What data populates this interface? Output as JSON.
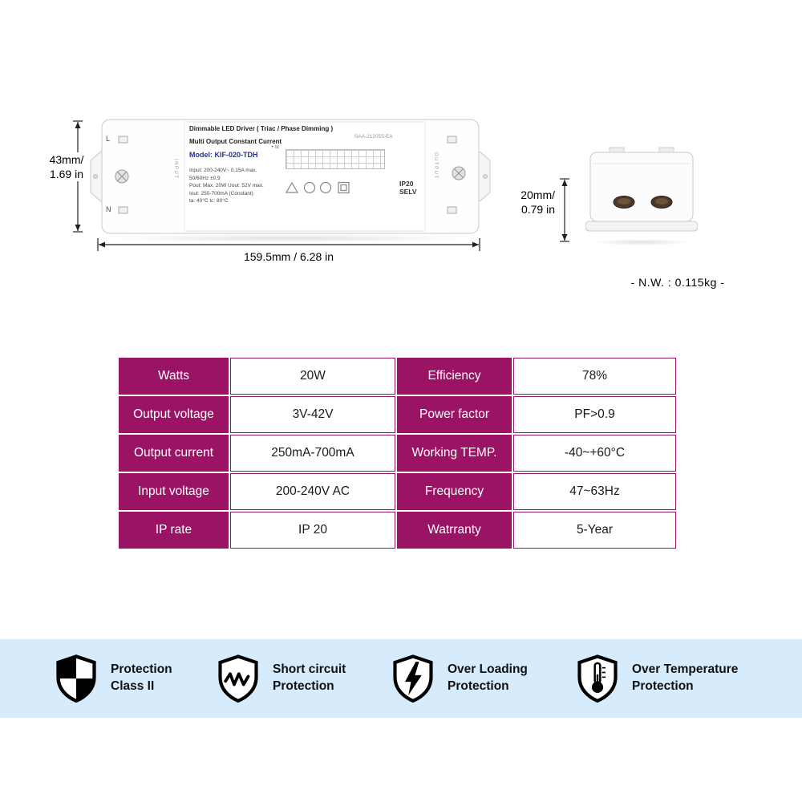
{
  "theme": {
    "accent": "#9b1365",
    "band_bg": "#d6ebfb",
    "shield_color": "#000000"
  },
  "product": {
    "label": {
      "title": "Dimmable LED Driver ( Triac / Phase Dimming )",
      "cert_no": "SAA-212055-EA",
      "subtitle": "Multi Output Constant Current",
      "tc_mark": "+ tc",
      "model": "Model: KIF-020-TDH",
      "specs": [
        "Input: 200-240V~ 0.15A max.",
        "50/60Hz ±0.9",
        "Pout: Max. 20W  Uout: 52V max.",
        "Iout: 250-700mA (Constant)",
        "ta: 40°C   tc: 80°C"
      ],
      "ip_line1": "IP20",
      "ip_line2": "SELV",
      "terminal_l": "L",
      "terminal_n": "N",
      "input_vertical": "INPUT",
      "output_vertical": "OUTPUT"
    },
    "dimensions": {
      "height_line1": "43mm/",
      "height_line2": "1.69 in",
      "length": "159.5mm / 6.28 in",
      "depth_line1": "20mm/",
      "depth_line2": "0.79 in",
      "weight": "-  N.W. : 0.115kg  -"
    }
  },
  "spec_table": {
    "rows": [
      {
        "h1": "Watts",
        "v1": "20W",
        "h2": "Efficiency",
        "v2": "78%"
      },
      {
        "h1": "Output voltage",
        "v1": "3V-42V",
        "h2": "Power factor",
        "v2": "PF>0.9"
      },
      {
        "h1": "Output current",
        "v1": "250mA-700mA",
        "h2": "Working TEMP.",
        "v2": "-40~+60°C"
      },
      {
        "h1": "Input voltage",
        "v1": "200-240V AC",
        "h2": "Frequency",
        "v2": "47~63Hz"
      },
      {
        "h1": "IP rate",
        "v1": "IP 20",
        "h2": "Watrranty",
        "v2": "5-Year"
      }
    ]
  },
  "features": {
    "items": [
      {
        "line1": "Protection",
        "line2": "Class II"
      },
      {
        "line1": "Short circuit",
        "line2": "Protection"
      },
      {
        "line1": "Over Loading",
        "line2": "Protection"
      },
      {
        "line1": "Over Temperature",
        "line2": "Protection"
      }
    ]
  }
}
